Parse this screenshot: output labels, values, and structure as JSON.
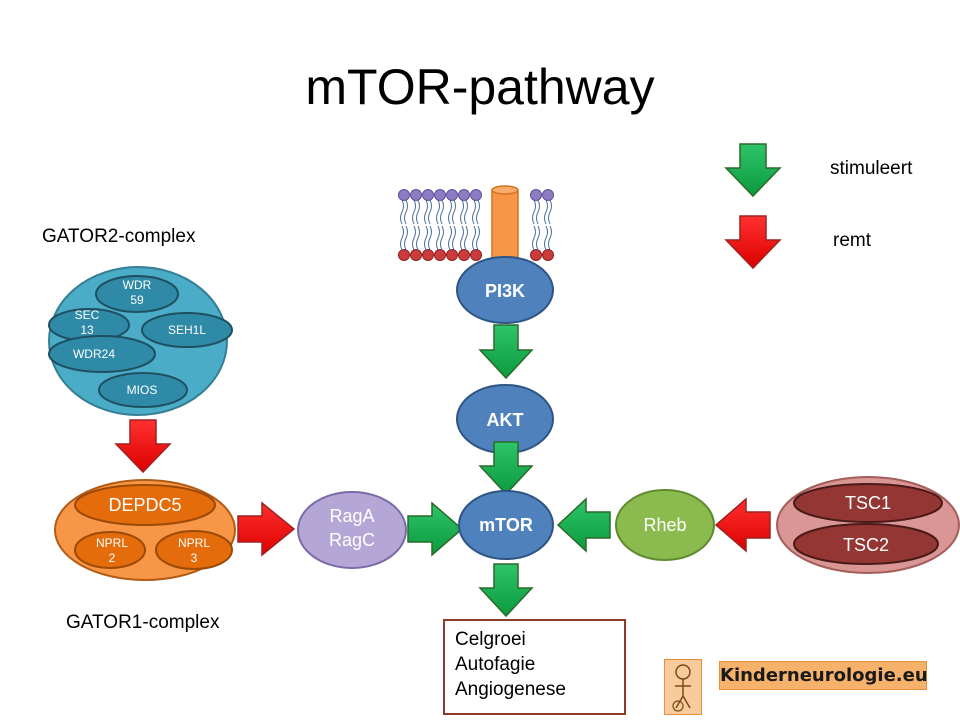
{
  "title": "mTOR-pathway",
  "legend": {
    "stimulate_label": "stimuleert",
    "inhibit_label": "remt",
    "stimulate_color": "#11a84a",
    "inhibit_color": "#ee1111"
  },
  "gator2": {
    "label": "GATOR2-complex",
    "color": "#4aacc6",
    "subunits": {
      "wdr59": [
        "WDR",
        "59"
      ],
      "sec13": [
        "SEC",
        "13"
      ],
      "seh1l": "SEH1L",
      "wdr24": "WDR24",
      "mios": "MIOS"
    }
  },
  "gator1": {
    "label": "GATOR1-complex",
    "color": "#f79646",
    "subunits": {
      "depdc5": "DEPDC5",
      "nprl2": [
        "NPRL",
        "2"
      ],
      "nprl3": [
        "NPRL",
        "3"
      ]
    }
  },
  "nodes": {
    "pi3k": "PI3K",
    "akt": "AKT",
    "mtor": "mTOR",
    "rag": [
      "RagA",
      "RagC"
    ],
    "rheb": "Rheb",
    "tsc1": "TSC1",
    "tsc2": "TSC2"
  },
  "outputs": [
    "Celgroei",
    "Autofagie",
    "Angiogenese"
  ],
  "logo": {
    "text": "Kinderneurologie.eu",
    "icon": "child-figure-icon"
  }
}
